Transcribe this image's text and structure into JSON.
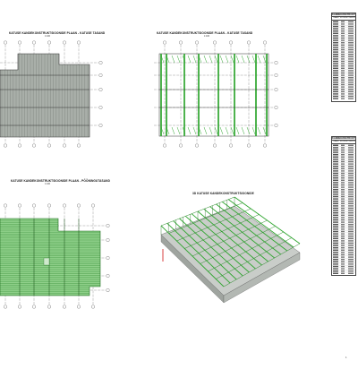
{
  "sheet": {
    "page_number": "1",
    "views": [
      {
        "title": "KATUSE KANDEKONSTRUKTSIOONIDE PLAAN - KATUSE TASAND",
        "scale": "1:100"
      },
      {
        "title": "KATUSE KANDEKONSTRUKTSIOONIDE PLAAN - KATUSE TASAND",
        "scale": "1:100"
      },
      {
        "title": "KATUSE KANDEKONSTRUKTSIOONIDE PLAAN - PÖÖNINGUTASAND",
        "scale": "1:100"
      },
      {
        "title": "3D KATUSE KANDEKONSTRUKTSIOONIDE",
        "scale": ""
      }
    ],
    "schedules": [
      {
        "title": "KANDEKONSTRUKTSIOONIDE SPETSIFIKATSIOON",
        "columns": [
          "TÄHIS",
          "KOGUS",
          "PIKKUS"
        ],
        "note": ""
      },
      {
        "title": "KANDEKONSTRUKTSIOONIDE SPETSIFIKATSIOON",
        "columns": [
          "TÄHIS",
          "KOGUS",
          "PIKKUS"
        ],
        "note": ""
      }
    ]
  },
  "colors": {
    "steel_green": "#2fa62f",
    "plate_grey": "#a9afa9",
    "line_dark": "#303030",
    "grid_dash": "#555555",
    "note_red": "#d11111"
  },
  "icons": [
    "grid-bubble-icon"
  ]
}
